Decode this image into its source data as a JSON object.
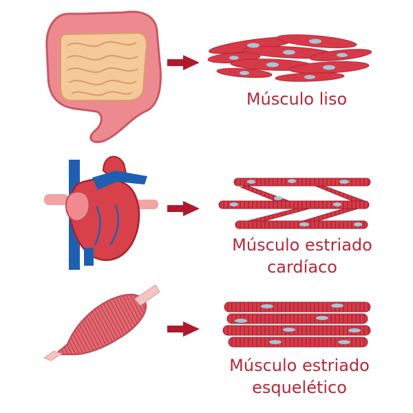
{
  "colors": {
    "label": "#b5283a",
    "arrow": "#b0182e",
    "muscle_cell": "#d63a48",
    "nucleus": "#a9c4d6",
    "intestine_outer": "#ec8a8f",
    "intestine_inner": "#f6c99a",
    "heart": "#d8414a",
    "vein": "#1f5fb0"
  },
  "rows": [
    {
      "organ_icon": "intestine-icon",
      "label_lines": [
        "Músculo liso"
      ]
    },
    {
      "organ_icon": "heart-icon",
      "label_lines": [
        "Músculo estriado",
        "cardíaco"
      ]
    },
    {
      "organ_icon": "skeletal-muscle-icon",
      "label_lines": [
        "Músculo estriado",
        "esquelético"
      ]
    }
  ]
}
